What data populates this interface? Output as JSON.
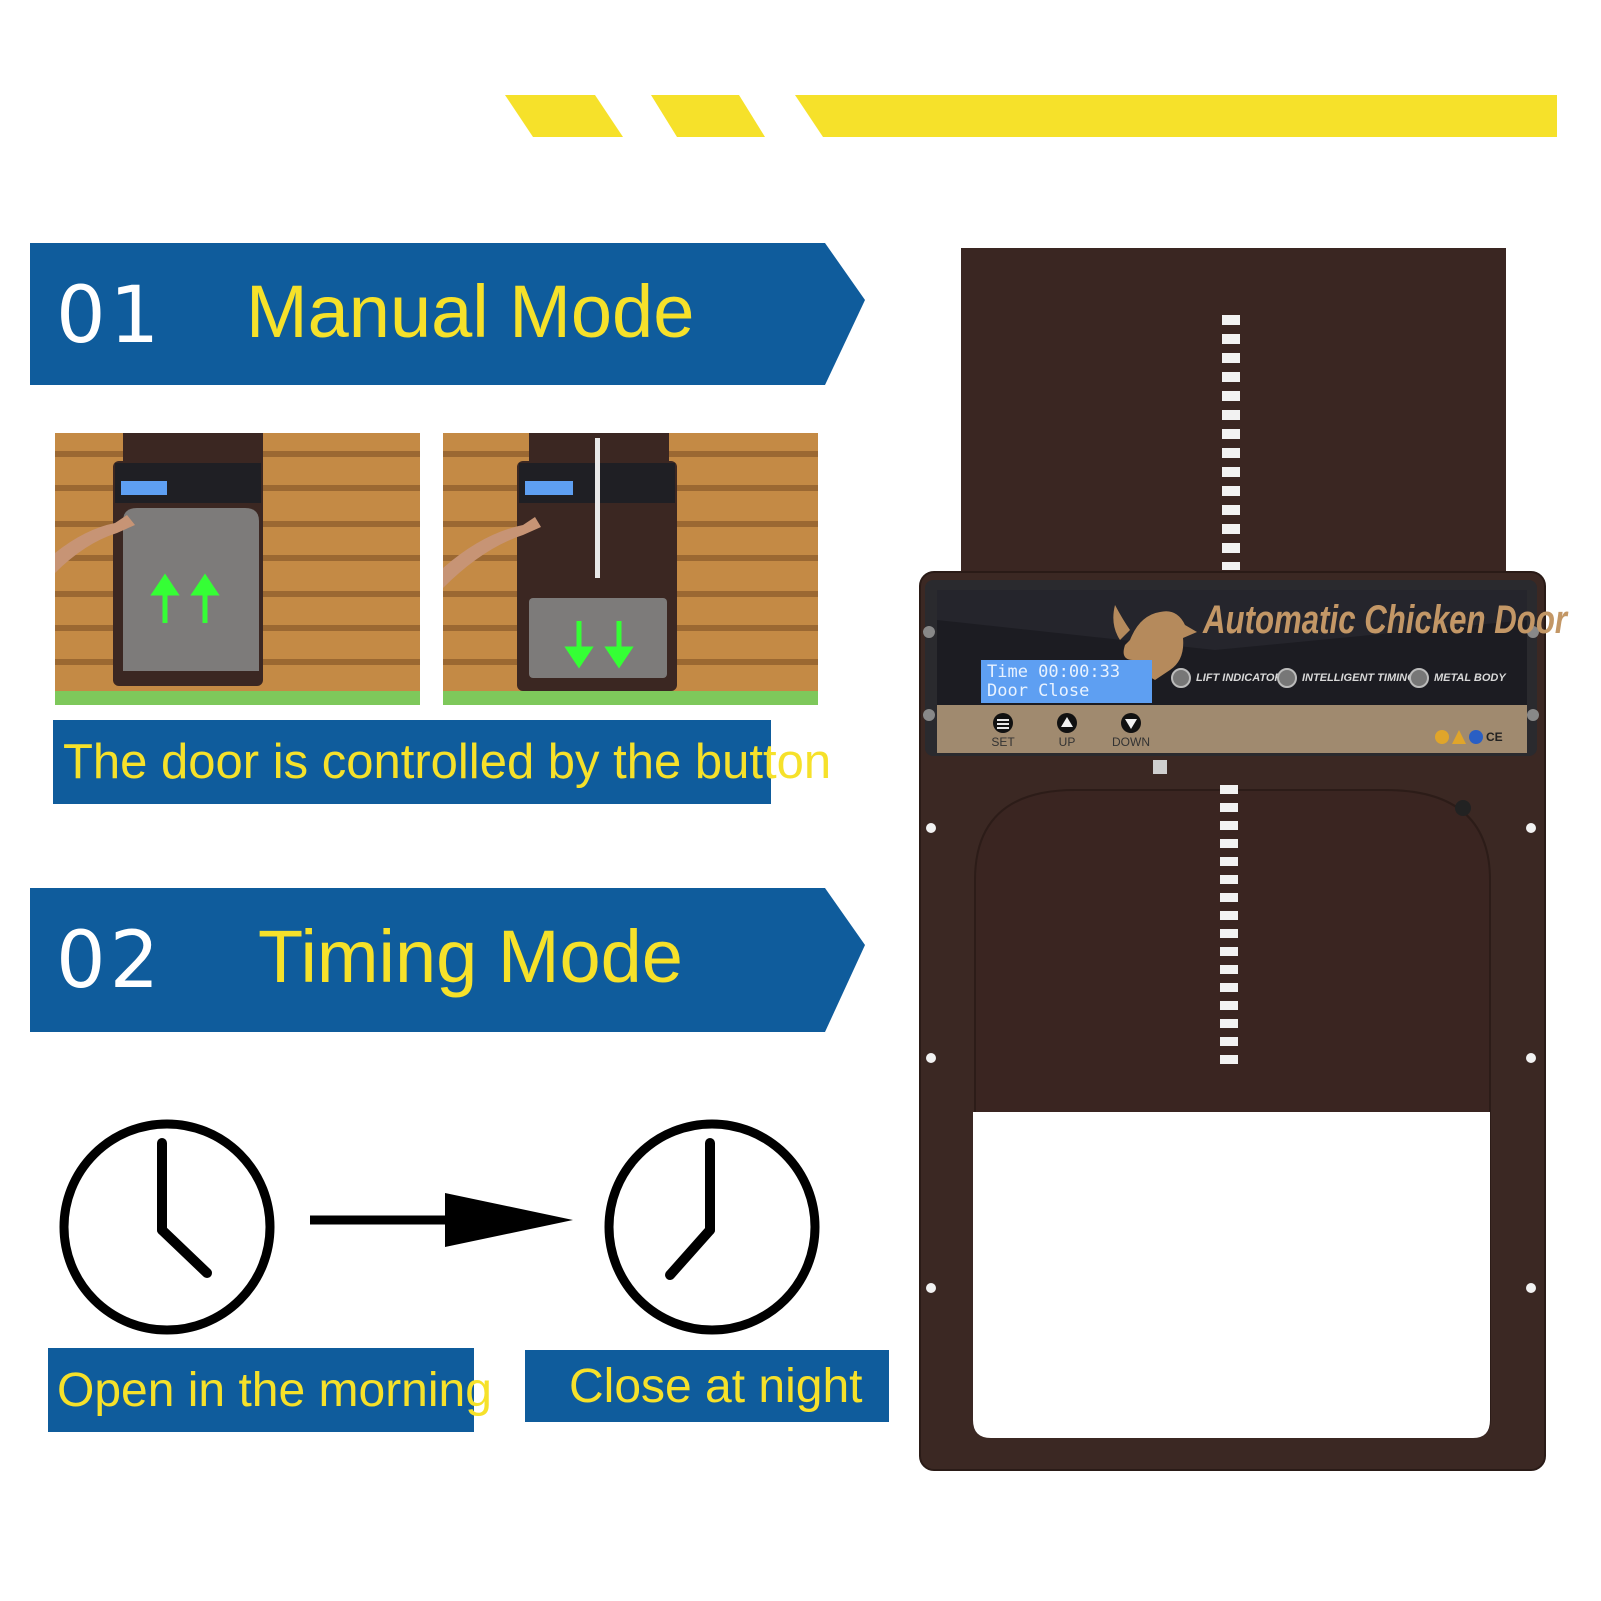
{
  "banners": [
    {
      "number": "01",
      "title": "Manual Mode"
    },
    {
      "number": "02",
      "title": "Timing Mode"
    }
  ],
  "captions": {
    "manual": "The door is controlled by the button",
    "morning": "Open in the morning",
    "night": "Close at night"
  },
  "product": {
    "brand": "Automatic Chicken Door",
    "lcd_line1": "Time 00:00:33",
    "lcd_line2": "Door Close",
    "features": [
      "LIFT INDICATOR",
      "INTELLIGENT TIMING",
      "METAL BODY"
    ],
    "buttons": [
      "SET",
      "UP",
      "DOWN"
    ],
    "cert_mark": "CE"
  },
  "colors": {
    "banner_blue": "#0f5c9c",
    "accent_yellow": "#f6e12a",
    "door_brown": "#3e2a23",
    "lcd_blue": "#5e9ff2"
  },
  "icons": [
    "clock-morning-icon",
    "arrow-right-icon",
    "clock-night-icon",
    "up-arrows-icon",
    "down-arrows-icon",
    "rooster-logo-icon"
  ]
}
